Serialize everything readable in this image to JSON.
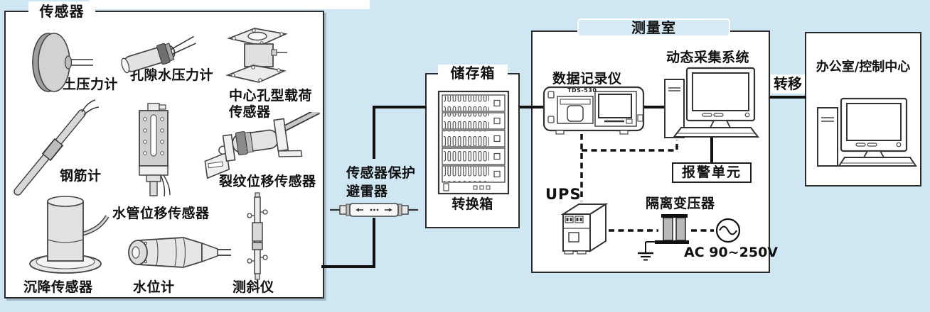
{
  "sensor_box": {
    "title": "传感器",
    "sensors": [
      {
        "label": "土压力计"
      },
      {
        "label": "孔隙水压力计"
      },
      {
        "label_line1": "中心孔型载荷",
        "label_line2": "传感器"
      },
      {
        "label": "钢筋计"
      },
      {
        "label": "水管位移传感器"
      },
      {
        "label": "裂纹位移传感器"
      },
      {
        "label": "沉降传感器"
      },
      {
        "label": "水位计"
      },
      {
        "label": "测斜仪"
      }
    ]
  },
  "arrester": {
    "label_line1": "传感器保护",
    "label_line2": "避雷器"
  },
  "storage_box": {
    "title": "储存箱",
    "device_label": "转换箱"
  },
  "measurement_room": {
    "title": "测量室",
    "data_logger_label": "数据记录仪",
    "data_logger_model": "TDS-530",
    "daq_label": "动态采集系统",
    "alarm_label": "报警单元",
    "ups_label": "UPS",
    "transformer_label": "隔离变压器",
    "power_label": "AC 90~250V"
  },
  "transfer_label": "转移",
  "office": {
    "title": "办公室/控制中心"
  },
  "colors": {
    "background": "#cfe7f2",
    "box_fill": "#ffffff",
    "line": "#111111",
    "device_gray": "#d9d9d9"
  }
}
